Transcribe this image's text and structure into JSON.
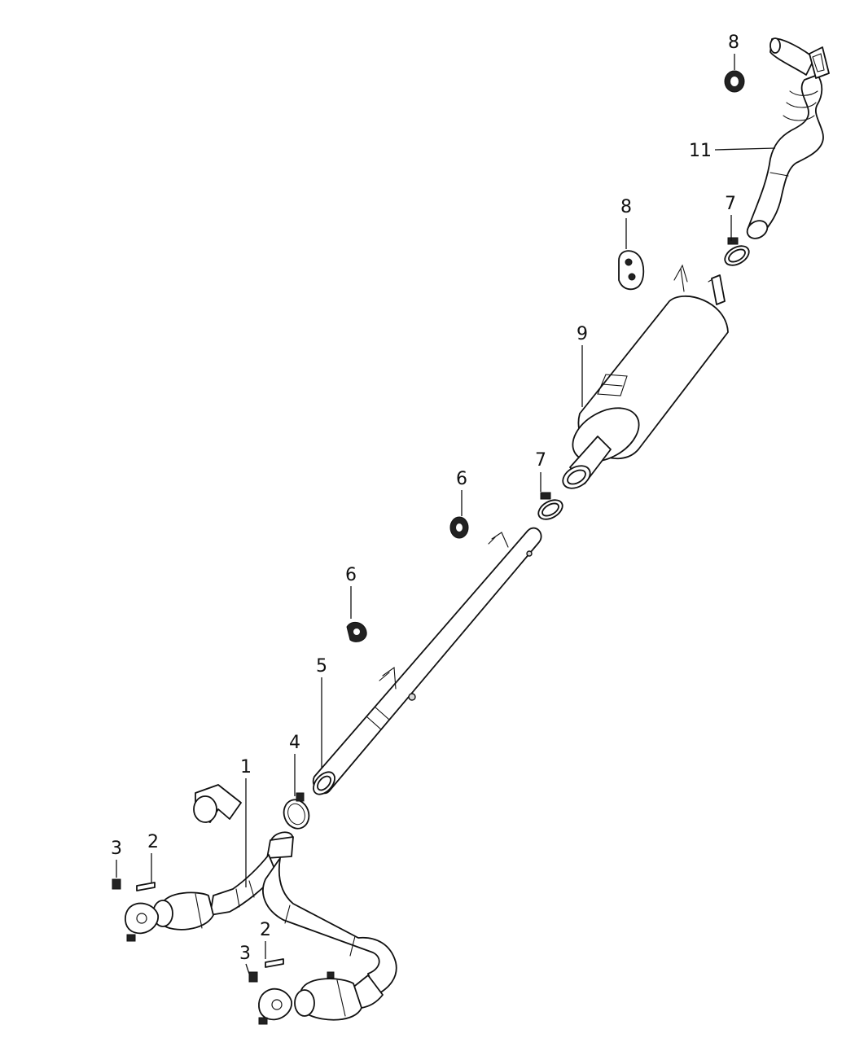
{
  "diagram": {
    "callouts": {
      "c1": "1",
      "c2a": "2",
      "c2b": "2",
      "c3a": "3",
      "c3b": "3",
      "c4": "4",
      "c5": "5",
      "c6a": "6",
      "c6b": "6",
      "c7a": "7",
      "c7b": "7",
      "c8a": "8",
      "c8b": "8",
      "c9": "9",
      "c11": "11"
    }
  }
}
